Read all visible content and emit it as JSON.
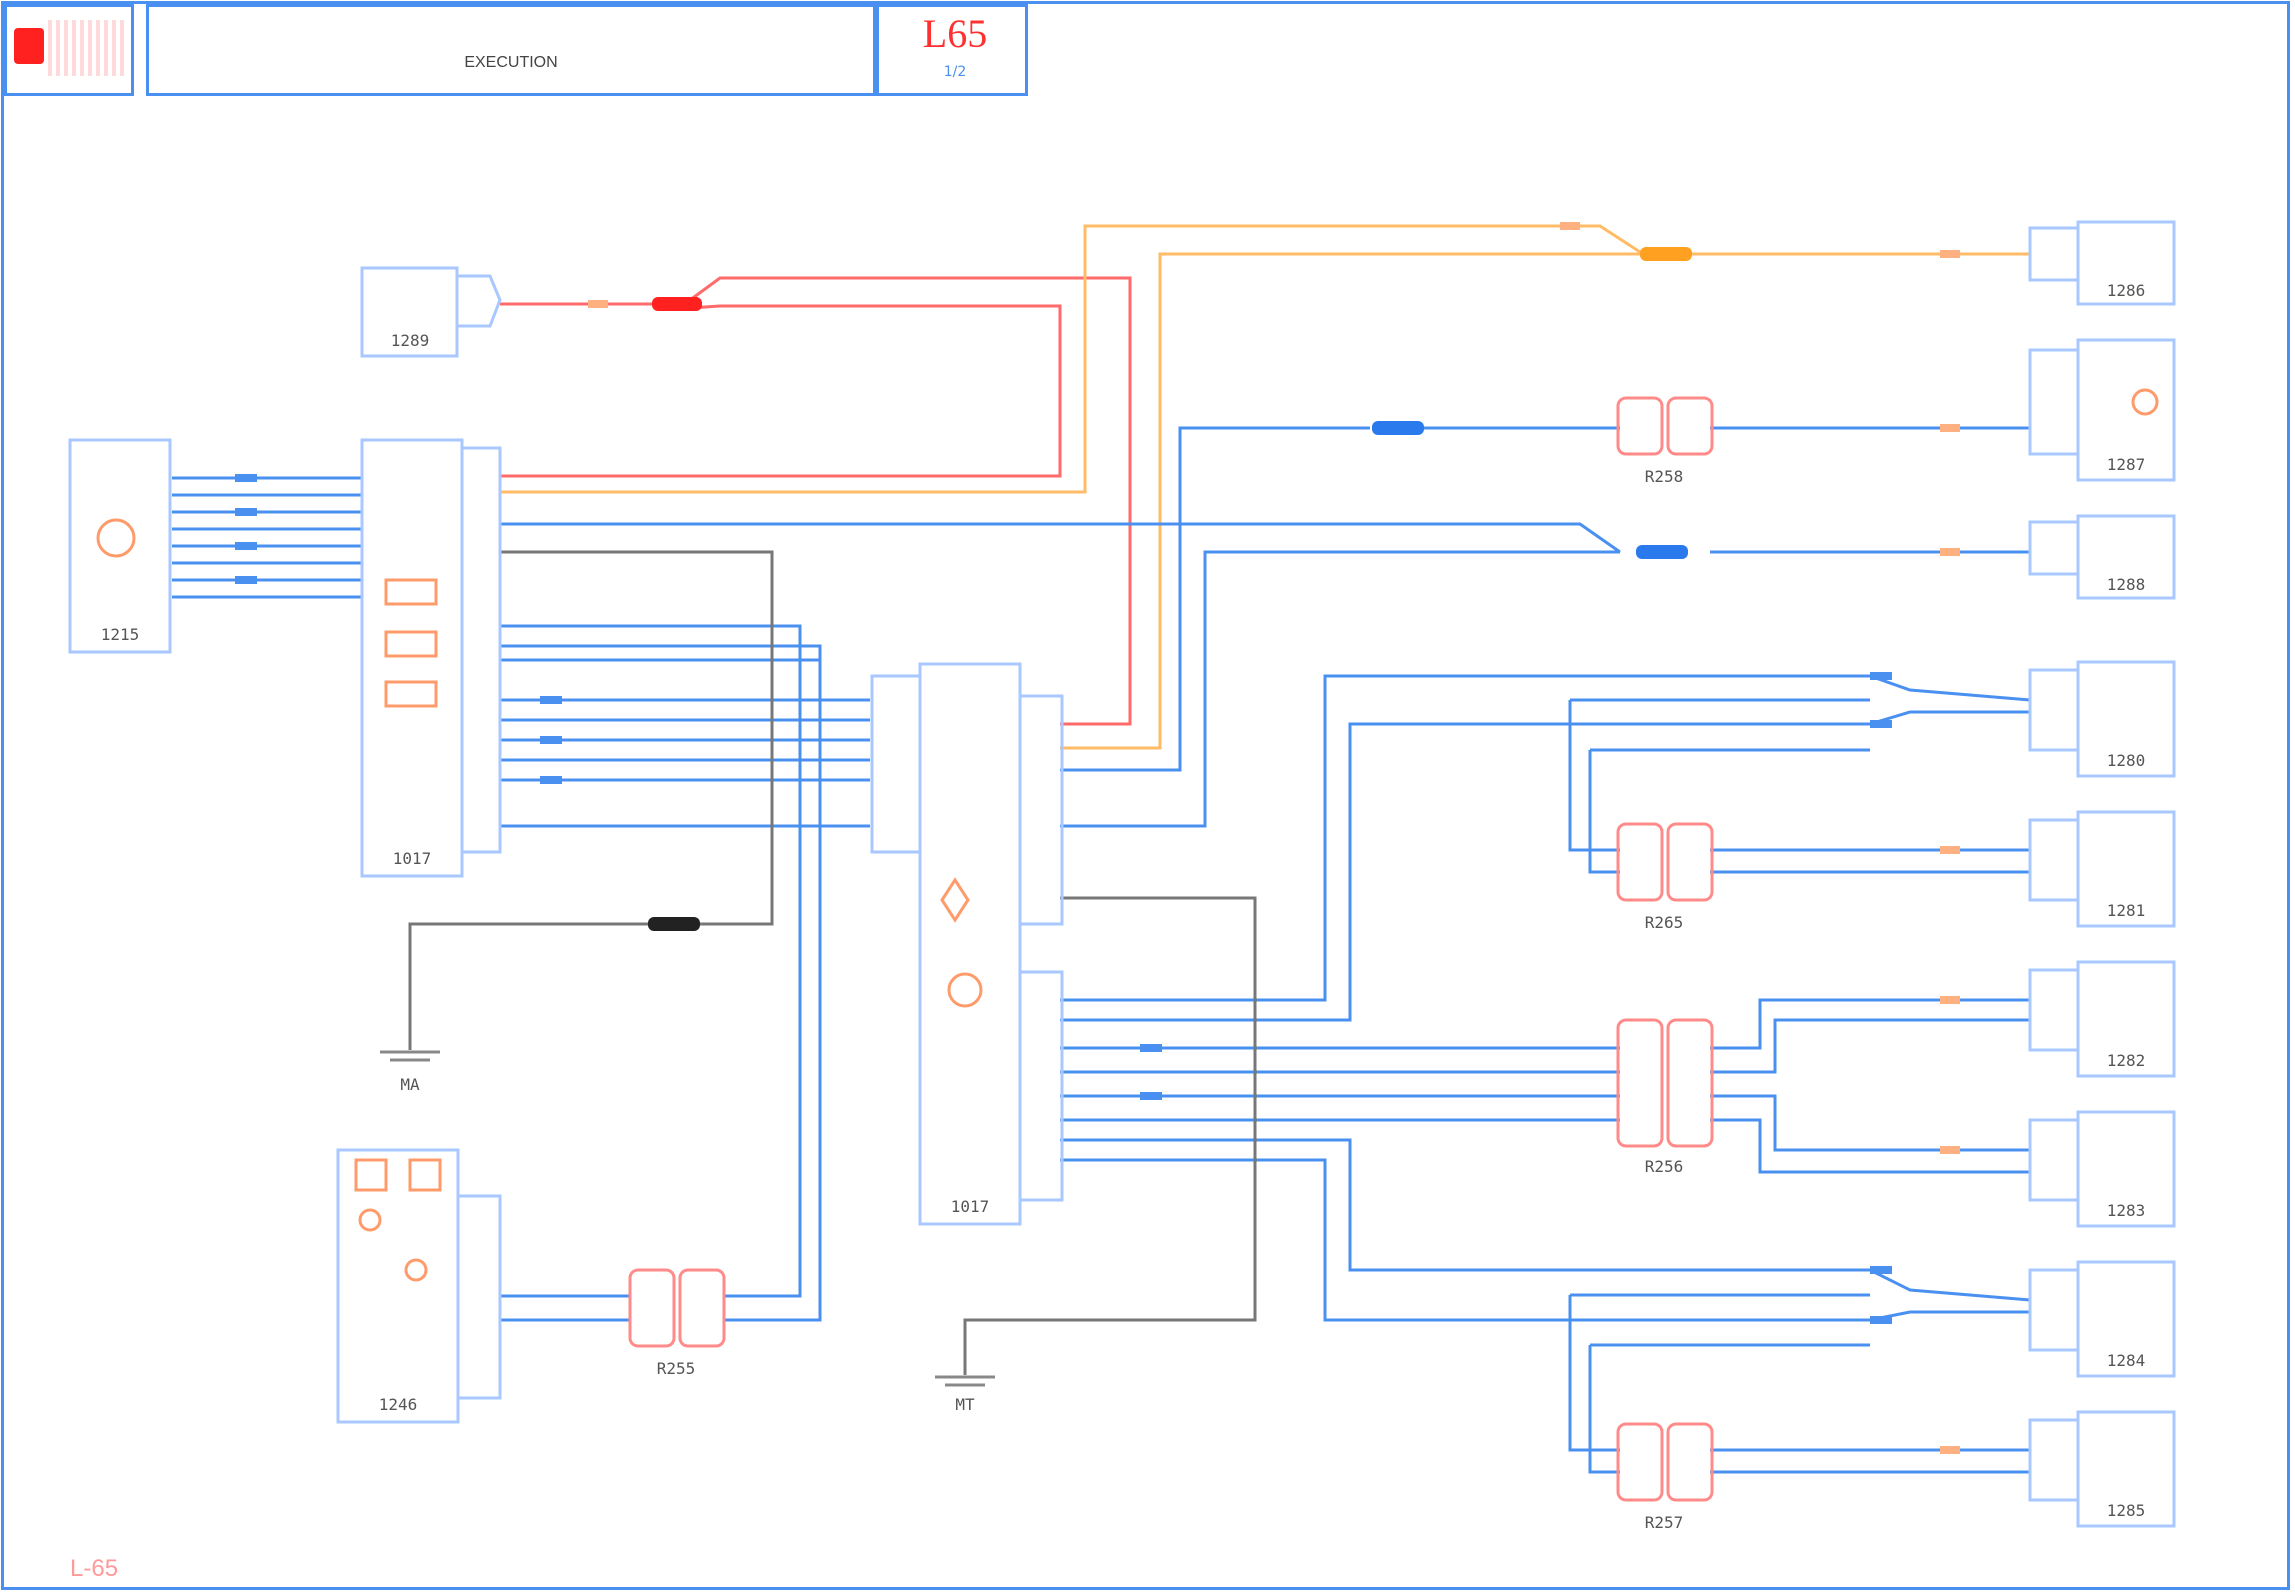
{
  "header": {
    "title": "EXECUTION",
    "page_code": "L65",
    "page_sub": "1/2",
    "logo_icon": "renault-logo-icon"
  },
  "footer": {
    "doc_code": "L-65"
  },
  "components": {
    "c1": {
      "label": "1215"
    },
    "c2": {
      "label": "1017"
    },
    "c3": {
      "label": "1246"
    },
    "c4": {
      "label": "1017"
    },
    "c5": {
      "label": "1280"
    },
    "c6": {
      "label": "1281"
    },
    "c7": {
      "label": "1282"
    },
    "c8": {
      "label": "1283"
    },
    "c9": {
      "label": "1284"
    },
    "c10": {
      "label": "1285"
    },
    "c11": {
      "label": "1286"
    },
    "c12": {
      "label": "1287"
    },
    "c13": {
      "label": "1288"
    },
    "c14": {
      "label": "1289"
    }
  },
  "connectors": {
    "k1": {
      "label": "R255"
    },
    "k2": {
      "label": "R265"
    },
    "k3": {
      "label": "R256"
    },
    "k4": {
      "label": "R257"
    },
    "k5": {
      "label": "R258"
    }
  },
  "grounds": {
    "g1": {
      "label": "MA"
    },
    "g2": {
      "label": "MT"
    }
  },
  "colors": {
    "wire_blue": "#4a90f0",
    "wire_red": "#ff3030",
    "wire_orange": "#ffaa33",
    "wire_black": "#555555",
    "component_label": "#ff7a3a",
    "frame": "#4a90f0"
  }
}
